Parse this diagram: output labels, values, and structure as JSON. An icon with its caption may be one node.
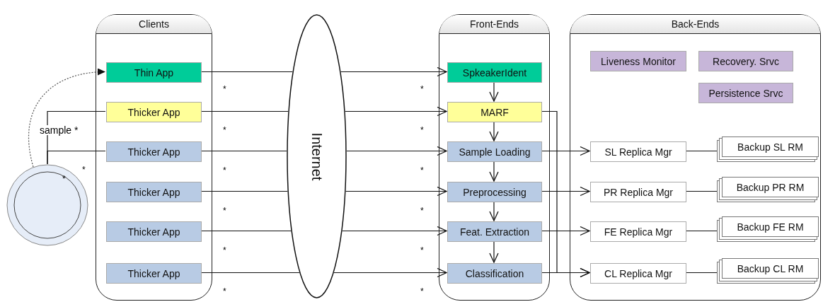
{
  "diagram": {
    "nodes": [
      {
        "text": [
          "Clients"
        ]
      },
      {
        "text": [
          "Thin App"
        ],
        "in": 0
      },
      {
        "text": [
          "Thicker App"
        ],
        "in": 0
      },
      {
        "text": [
          "Thicker App"
        ],
        "in": 0
      },
      {
        "text": [
          "Thicker App"
        ],
        "in": 0
      },
      {
        "text": [
          "Thicker App"
        ],
        "in": 0
      },
      {
        "text": [
          "Thicker App"
        ],
        "in": 0
      },
      {
        "text": [
          "Internet"
        ]
      },
      {
        "text": [
          "Front-Ends"
        ]
      },
      {
        "text": [
          "SpkeakerIdent"
        ],
        "in": 8
      },
      {
        "text": [
          "MARF"
        ],
        "in": 8
      },
      {
        "text": [
          "Sample Loading"
        ],
        "in": 8
      },
      {
        "text": [
          "Preprocessing"
        ],
        "in": 8
      },
      {
        "text": [
          "Feat. Extraction"
        ],
        "in": 8
      },
      {
        "text": [
          "Classification"
        ],
        "in": 8
      },
      {
        "text": [
          "Back-Ends"
        ]
      },
      {
        "text": [
          "Liveness Monitor"
        ],
        "in": 15
      },
      {
        "text": [
          "Recovery. Srvc"
        ],
        "in": 15
      },
      {
        "text": [
          "Persistence Srvc"
        ],
        "in": 15
      },
      {
        "text": [
          "SL Replica Mgr"
        ],
        "in": 15
      },
      {
        "text": [
          "Backup SL RM"
        ],
        "in": 15
      },
      {
        "text": [
          "PR Replica Mgr"
        ],
        "in": 15
      },
      {
        "text": [
          "Backup PR RM"
        ],
        "in": 15
      },
      {
        "text": [
          "FE Replica Mgr"
        ],
        "in": 15
      },
      {
        "text": [
          "Backup FE RM"
        ],
        "in": 15
      },
      {
        "text": [
          "CL Replica Mgr"
        ],
        "in": 15
      },
      {
        "text": [
          "Backup CL RM"
        ],
        "in": 15
      },
      {
        "text": [],
        "shape": "circle"
      }
    ],
    "edges": [
      {
        "from": 27,
        "to": 1,
        "arrow": "to",
        "label": "sample *",
        "style": "dashed"
      },
      {
        "from": 27,
        "to": 2,
        "arrow": "none"
      },
      {
        "from": 27,
        "to": 3,
        "arrow": "none"
      },
      {
        "from": 1,
        "to": 7,
        "arrow": "none"
      },
      {
        "from": 2,
        "to": 7,
        "arrow": "none"
      },
      {
        "from": 3,
        "to": 7,
        "arrow": "none"
      },
      {
        "from": 4,
        "to": 7,
        "arrow": "none"
      },
      {
        "from": 5,
        "to": 7,
        "arrow": "none"
      },
      {
        "from": 6,
        "to": 7,
        "arrow": "none"
      },
      {
        "from": 7,
        "to": 9,
        "arrow": "to"
      },
      {
        "from": 7,
        "to": 10,
        "arrow": "to"
      },
      {
        "from": 7,
        "to": 11,
        "arrow": "to"
      },
      {
        "from": 7,
        "to": 12,
        "arrow": "to"
      },
      {
        "from": 7,
        "to": 13,
        "arrow": "to"
      },
      {
        "from": 7,
        "to": 14,
        "arrow": "to"
      },
      {
        "from": 9,
        "to": 10,
        "arrow": "to"
      },
      {
        "from": 10,
        "to": 11,
        "arrow": "to"
      },
      {
        "from": 11,
        "to": 12,
        "arrow": "to"
      },
      {
        "from": 12,
        "to": 13,
        "arrow": "to"
      },
      {
        "from": 13,
        "to": 14,
        "arrow": "to"
      },
      {
        "from": 10,
        "to": 25,
        "arrow": "to"
      },
      {
        "from": 11,
        "to": 19,
        "arrow": "to"
      },
      {
        "from": 12,
        "to": 21,
        "arrow": "to"
      },
      {
        "from": 13,
        "to": 23,
        "arrow": "to"
      },
      {
        "from": 14,
        "to": 25,
        "arrow": "to"
      },
      {
        "from": 19,
        "to": 20,
        "arrow": "none"
      },
      {
        "from": 21,
        "to": 22,
        "arrow": "none"
      },
      {
        "from": 23,
        "to": 24,
        "arrow": "none"
      },
      {
        "from": 25,
        "to": 26,
        "arrow": "none"
      }
    ],
    "labels": [
      "*",
      "*",
      "*",
      "*",
      "*",
      "*",
      "*",
      "*",
      "*",
      "*",
      "*",
      "*",
      "*",
      "*"
    ]
  }
}
